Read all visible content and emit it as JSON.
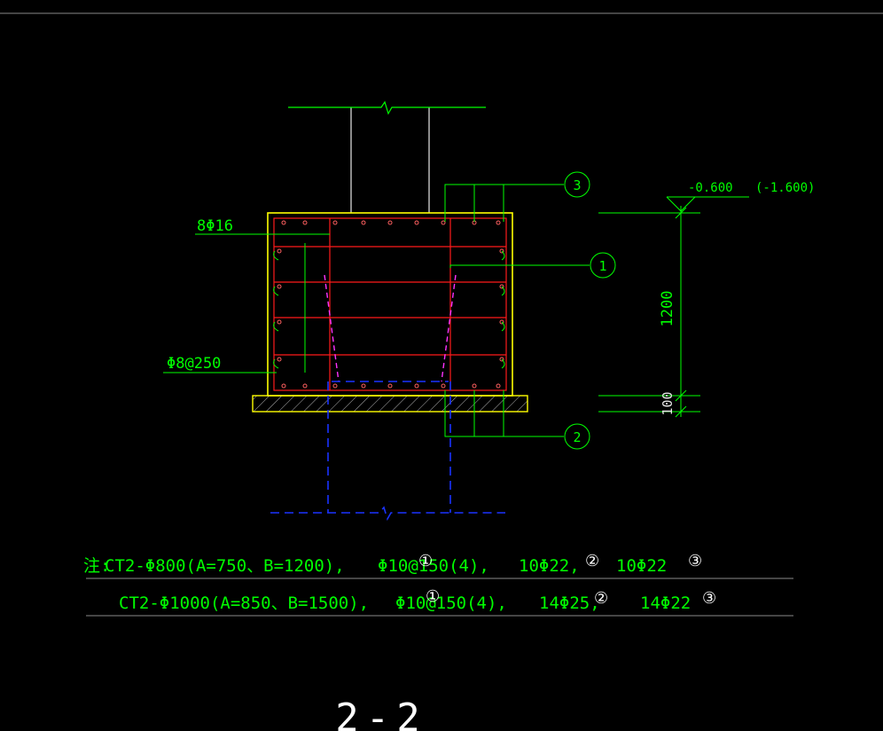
{
  "colors": {
    "background": "#000000",
    "green": "#00ff00",
    "white": "#e8e8e8",
    "yellow": "#ffff00",
    "red": "#ff1a1a",
    "blue": "#1a33ff",
    "magenta": "#ff33ff"
  },
  "labels": {
    "bar_top": "8Φ16",
    "stirrup": "Φ8@250",
    "elev_top": "-0.600",
    "elev_top_paren": "(-1.600)",
    "dim_height": "1200",
    "dim_base": "100",
    "callout_1": "1",
    "callout_2": "2",
    "callout_3": "3",
    "section_title": "2-2"
  },
  "notes": {
    "line1": {
      "prefix": "注:",
      "spec": "CT2-Φ800(A=750、B=1200),",
      "item1": "Φ10@150(4),",
      "item2": "10Φ22,",
      "item3": "10Φ22",
      "mark1": "①",
      "mark2": "②",
      "mark3": "③"
    },
    "line2": {
      "spec": "CT2-Φ1000(A=850、B=1500),",
      "item1": "Φ10@150(4),",
      "item2": "14Φ25,",
      "item3": "14Φ22",
      "mark1": "①",
      "mark2": "②",
      "mark3": "③"
    }
  }
}
